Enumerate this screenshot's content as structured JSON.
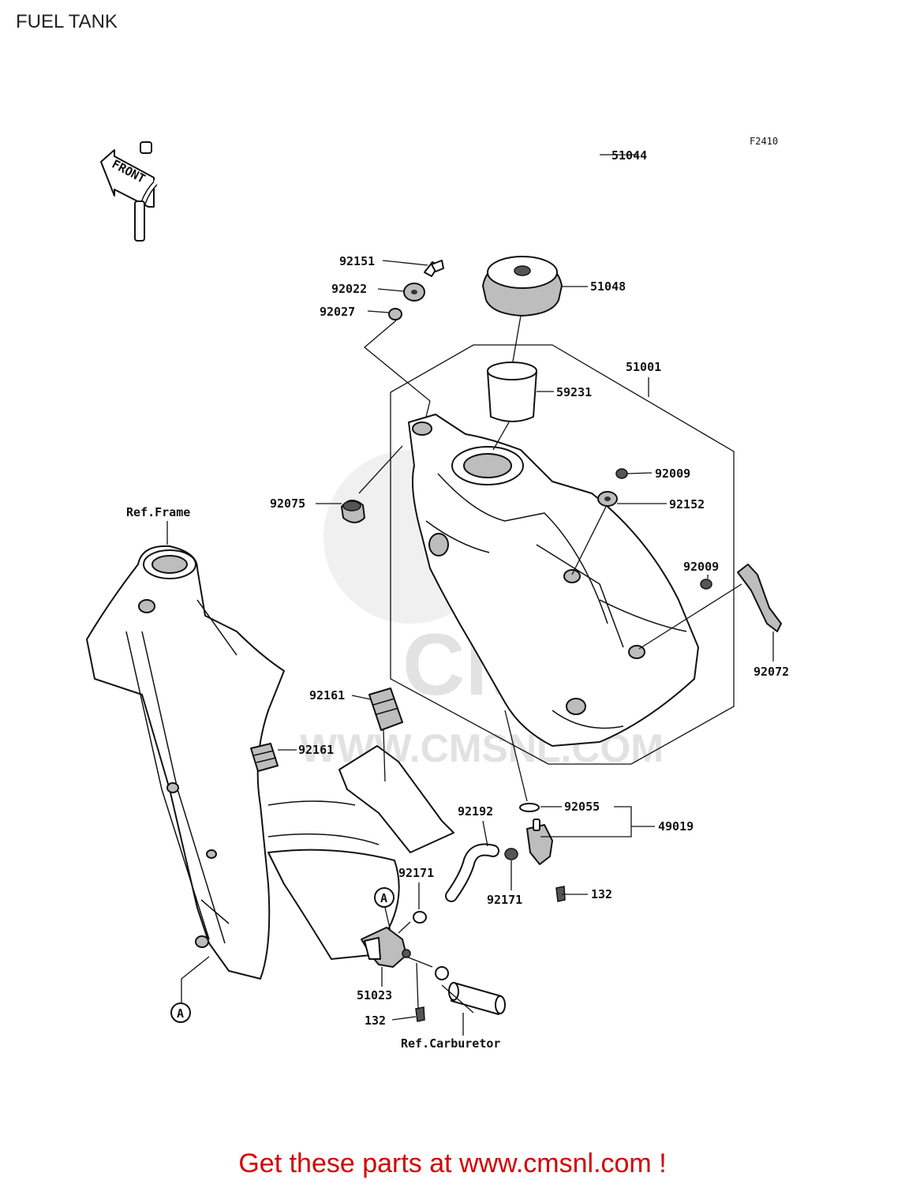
{
  "title": "FUEL TANK",
  "figure_code": "F2410",
  "front_arrow_label": "FRONT",
  "footer": {
    "text": "Get these parts at www.cmsnl.com !",
    "color": "#d40000"
  },
  "watermark": {
    "text": "WWW.CMSNL.COM",
    "logo": "CMS"
  },
  "references": {
    "frame": "Ref.Frame",
    "carburetor": "Ref.Carburetor",
    "marker": "A"
  },
  "parts": {
    "p51044": "51044",
    "p92151": "92151",
    "p92022": "92022",
    "p92027": "92027",
    "p51048": "51048",
    "p51001": "51001",
    "p59231": "59231",
    "p92009a": "92009",
    "p92075": "92075",
    "p92152": "92152",
    "p92009b": "92009",
    "p92072": "92072",
    "p92161a": "92161",
    "p92161b": "92161",
    "p92055": "92055",
    "p49019": "49019",
    "p92192": "92192",
    "p92171a": "92171",
    "p92171b": "92171",
    "p132a": "132",
    "p51023": "51023",
    "p132b": "132"
  }
}
